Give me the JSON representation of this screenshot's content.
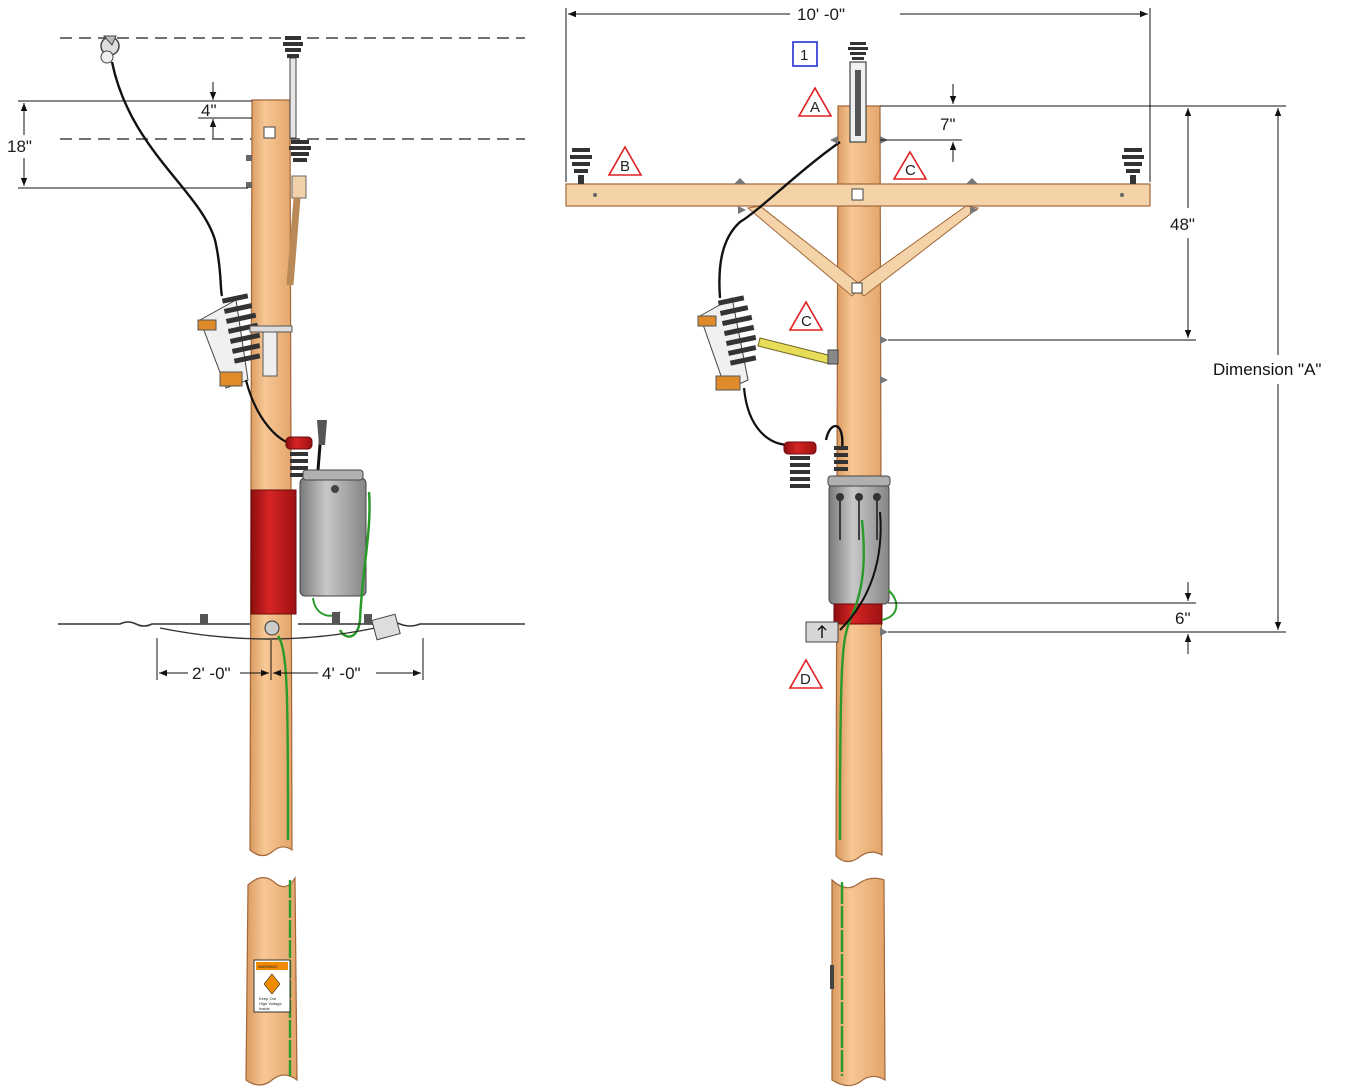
{
  "dimensions": {
    "side_4in": "4\"",
    "side_18in": "18\"",
    "side_2ft": "2' -0\"",
    "side_4ft": "4' -0\"",
    "front_10ft": "10' -0\"",
    "front_7in": "7\"",
    "front_48in": "48\"",
    "front_dimension_a": "Dimension \"A\"",
    "front_6in": "6\""
  },
  "callouts": {
    "a": "A",
    "b": "B",
    "c_upper": "C",
    "c_lower": "C",
    "d": "D"
  },
  "note_box": "1",
  "warning_sign": {
    "header": "WARNING",
    "lines": [
      "Keep Out",
      "High Voltage",
      "Inside"
    ]
  },
  "colors": {
    "pole": "#f2b882",
    "crossarm": "#f5d3a8",
    "guard": "#c01818",
    "transformer": "#9a9a9a",
    "ground_wire": "#2a9a2a",
    "callout": "#e02020",
    "note_box": "#2030d0"
  }
}
